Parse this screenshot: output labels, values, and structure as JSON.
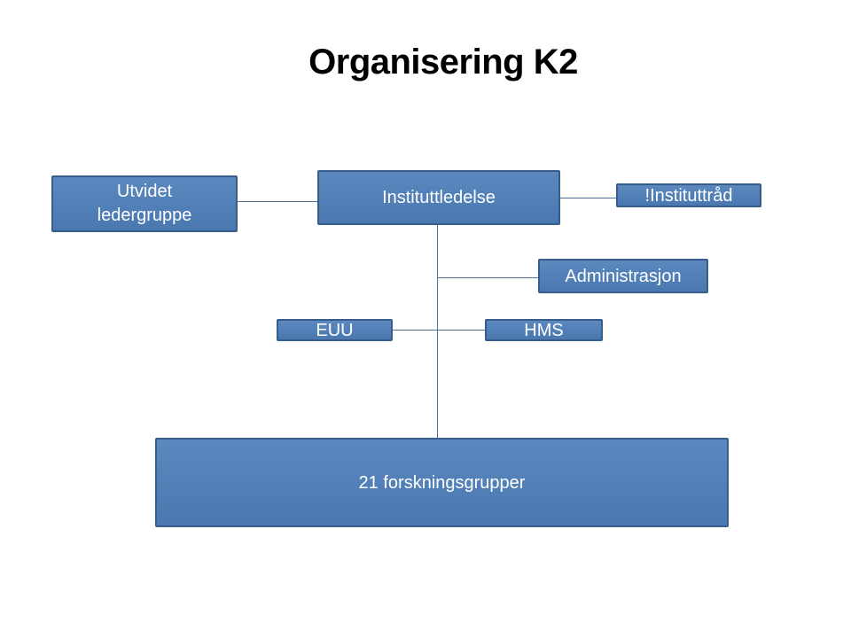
{
  "title": "Organisering K2",
  "colors": {
    "box-fill": "#4E7FBA",
    "box-border": "#385D8A",
    "box-text": "#FFFFFF",
    "connector": "#4F7099",
    "title-text": "#000000"
  },
  "boxes": {
    "utvidet": {
      "line1": "Utvidet",
      "line2": "ledergruppe"
    },
    "instituttledelse": {
      "label": "Instituttledelse"
    },
    "instituttraad": {
      "label": "!Instituttråd"
    },
    "administrasjon": {
      "label": "Administrasjon"
    },
    "euu": {
      "label": "EUU"
    },
    "hms": {
      "label": "HMS"
    },
    "forskningsgrupper": {
      "label": "21 forskningsgrupper"
    }
  }
}
